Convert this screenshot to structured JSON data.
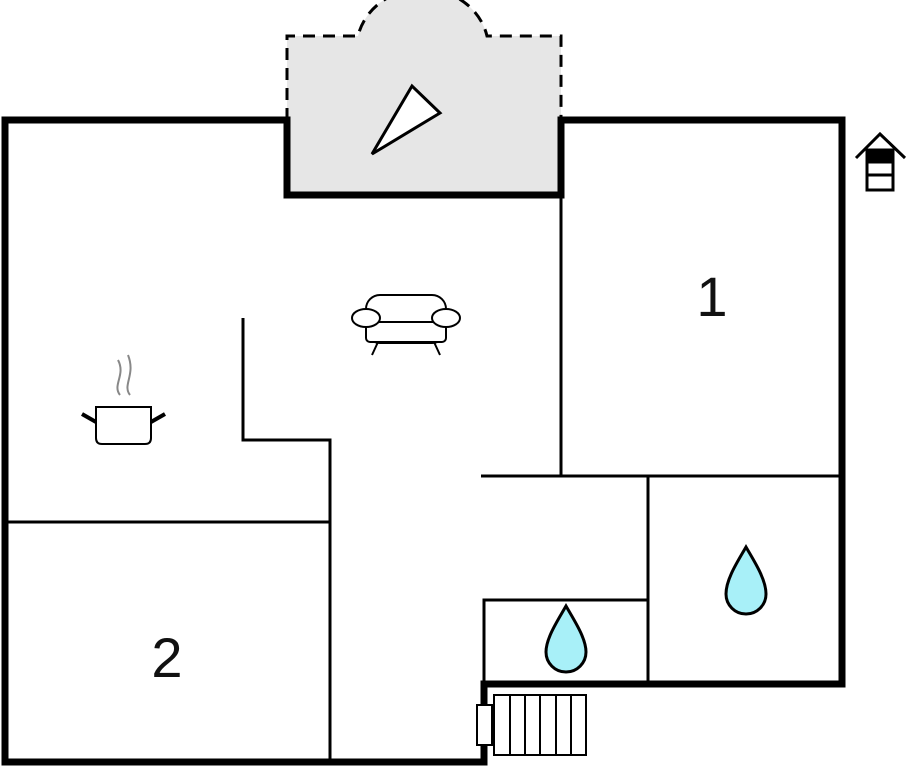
{
  "floorplan": {
    "rooms": [
      {
        "name": "bedroom-1",
        "label": "1"
      },
      {
        "name": "bedroom-2",
        "label": "2"
      }
    ],
    "icons": [
      "terrace-direction-icon",
      "house-entrance-icon",
      "sofa-icon",
      "cooking-pot-icon",
      "water-drop-icon",
      "water-drop-icon",
      "staircase-icon"
    ],
    "colors": {
      "wall": "#000000",
      "terrace": "#e6e6e6",
      "water": "#a8f0f8"
    }
  }
}
